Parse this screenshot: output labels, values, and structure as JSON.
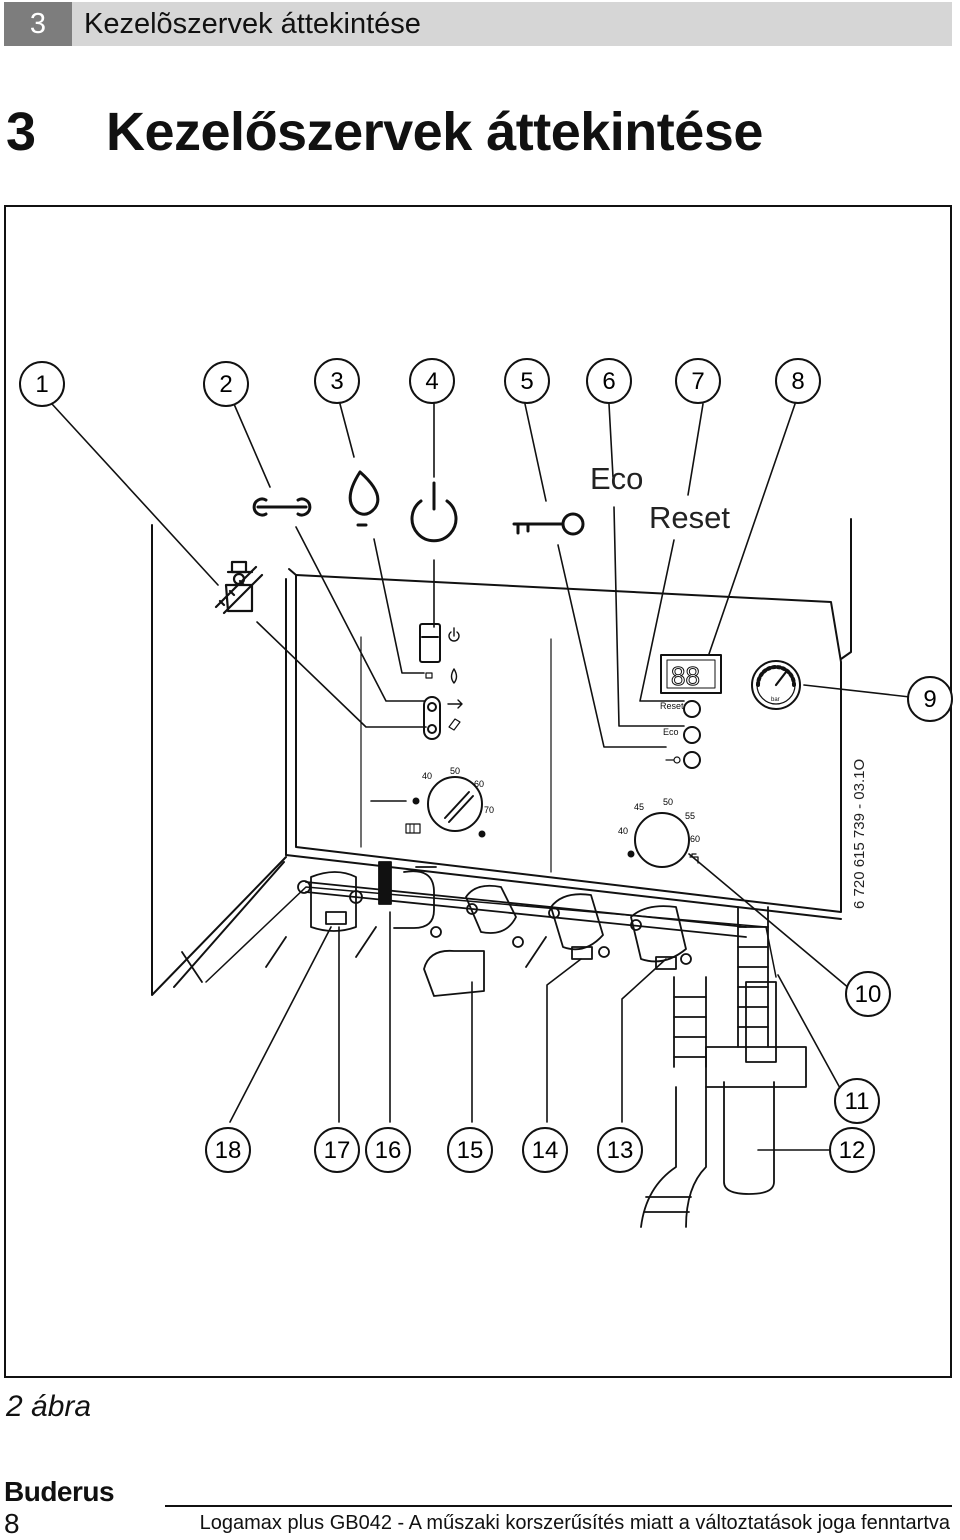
{
  "header": {
    "number": "3",
    "title": "Kezelõszervek áttekintése"
  },
  "page_title": {
    "number": "3",
    "text": "Kezelőszervek áttekintése"
  },
  "figure": {
    "callouts": [
      "1",
      "2",
      "3",
      "4",
      "5",
      "6",
      "7",
      "8",
      "9",
      "10",
      "11",
      "12",
      "13",
      "14",
      "15",
      "16",
      "17",
      "18"
    ],
    "symbol_labels": {
      "eco": "Eco",
      "reset": "Reset"
    },
    "panel_labels": {
      "reset": "Reset",
      "eco": "Eco",
      "gauge_unit": "bar"
    },
    "display_value": "88",
    "dial_left_ticks": [
      "40",
      "50",
      "60",
      "70"
    ],
    "dial_right_ticks": [
      "40",
      "45",
      "50",
      "55",
      "60"
    ],
    "doc_code": "6 720 615 739 - 03.1O"
  },
  "caption": "2 ábra",
  "footer": {
    "brand": "Buderus",
    "page_number": "8",
    "text": "Logamax plus GB042 - A műszaki korszerűsítés miatt a változtatások joga fenntartva"
  }
}
